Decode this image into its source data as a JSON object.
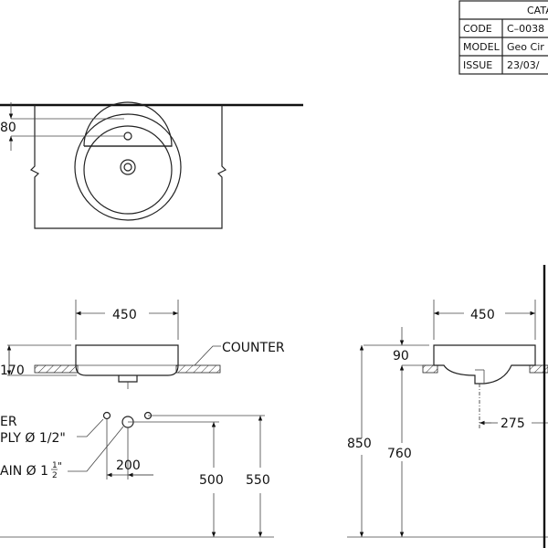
{
  "title_block": {
    "header": "CATA",
    "rows": [
      {
        "label": "CODE",
        "value": "C–0038"
      },
      {
        "label": "MODEL",
        "value": "Geo Cir"
      },
      {
        "label": "ISSUE",
        "value": "23/03/"
      }
    ]
  },
  "plan_view": {
    "dim_overflow": "80"
  },
  "front_view": {
    "dim_width": "450",
    "dim_height": "170",
    "counter_label": "COUNTER",
    "supply_label_line1": "ER",
    "supply_label_line2": "PLY Ø 1/2\"",
    "drain_label": "AIN Ø 1",
    "drain_fraction_num": "1",
    "drain_fraction_den": "2",
    "drain_fraction_tail": "\"",
    "dim_spacing": "200",
    "dim_drain_height": "500",
    "dim_supply_height": "550"
  },
  "side_view": {
    "dim_width": "450",
    "dim_rim": "90",
    "dim_total_height": "850",
    "dim_counter_height": "760",
    "dim_drain_offset": "275"
  }
}
